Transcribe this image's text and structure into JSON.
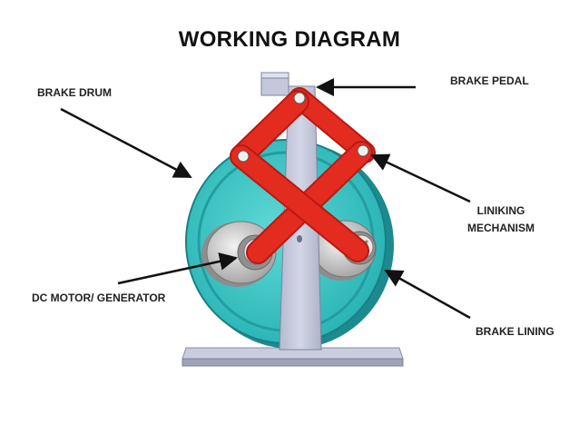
{
  "title": "WORKING DIAGRAM",
  "labels": {
    "brake_drum": "BRAKE DRUM",
    "brake_pedal": "BRAKE PEDAL",
    "linking_mechanism_line1": "LINIKING",
    "linking_mechanism_line2": "MECHANISM",
    "dc_motor_generator": "DC MOTOR/ GENERATOR",
    "brake_lining": "BRAKE LINING"
  },
  "colors": {
    "drum": "#3cc9c9",
    "drum_dark": "#1f8f93",
    "link_red": "#e42b20",
    "frame": "#c8ccdf",
    "roller": "#d6d6d6",
    "arrow": "#111111"
  }
}
